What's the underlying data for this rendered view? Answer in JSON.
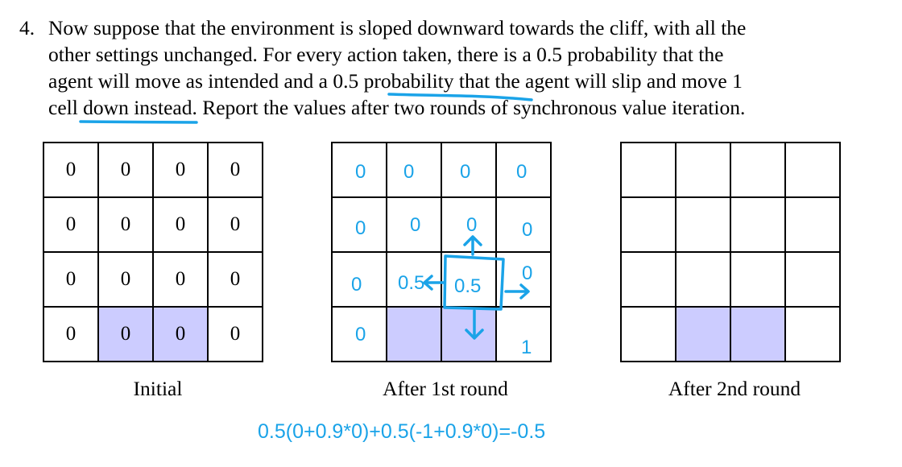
{
  "problem": {
    "number": "4.",
    "lines": [
      "Now suppose that the environment is sloped downward towards the cliff, with all the",
      "other settings unchanged.  For every action taken, there is a 0.5 probability that the",
      "agent will move as intended and a 0.5 probability that the agent will slip and move 1",
      "cell down instead. Report the values after two rounds of synchronous value iteration."
    ]
  },
  "grids": {
    "initial": {
      "caption": "Initial",
      "rows": [
        [
          "0",
          "0",
          "0",
          "0"
        ],
        [
          "0",
          "0",
          "0",
          "0"
        ],
        [
          "0",
          "0",
          "0",
          "0"
        ],
        [
          "0",
          "0",
          "0",
          "0"
        ]
      ]
    },
    "after1": {
      "caption": "After 1st round",
      "handwritten": [
        "0",
        "0",
        "0",
        "0",
        "0",
        "0",
        "0",
        "0",
        "0",
        "0.5",
        "0.5",
        "0",
        "0",
        "1"
      ]
    },
    "after2": {
      "caption": "After 2nd round"
    }
  },
  "cliff_color": "#ccccff",
  "ink_color": "#1aa3e8",
  "formula": "0.5(0+0.9*0)+0.5(-1+0.9*0)=-0.5"
}
